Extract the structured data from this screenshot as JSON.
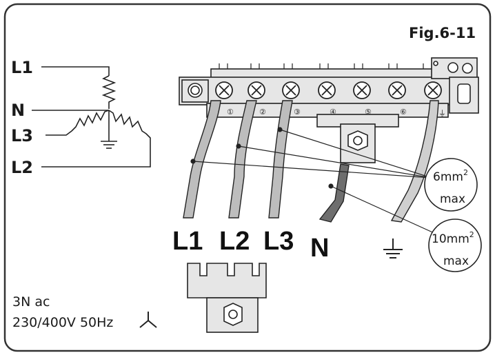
{
  "figure": {
    "label": "Fig.6-11"
  },
  "schematic": {
    "labels": [
      "L1",
      "N",
      "L3",
      "L2"
    ]
  },
  "terminal_block": {
    "terminal_numbers": [
      "①",
      "②",
      "③",
      "④",
      "⑤",
      "⑥"
    ],
    "earth_mark": "⏚"
  },
  "wires": {
    "labels": [
      "L1",
      "L2",
      "L3",
      "N"
    ]
  },
  "callouts": [
    {
      "size": "6mm",
      "unit_sup": "2",
      "suffix": "max"
    },
    {
      "size": "10mm",
      "unit_sup": "2",
      "suffix": "max"
    }
  ],
  "supply": {
    "line1": "3N ac",
    "line2": "230/400V 50Hz"
  },
  "colors": {
    "frame": "#333333",
    "line": "#222222",
    "block_fill": "#e6e6e6",
    "wire_light": "#bdbdbd",
    "wire_dark": "#6e6e6e",
    "earth_wire": "#cfcfcf"
  }
}
